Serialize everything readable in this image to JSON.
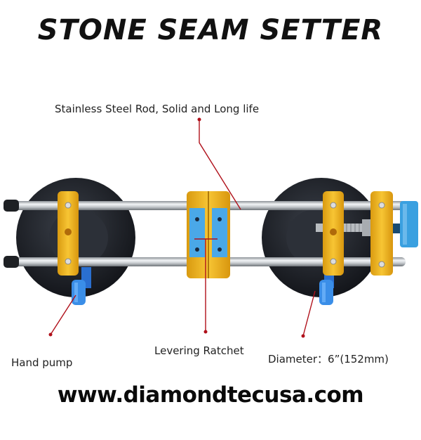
{
  "title": "STONE SEAM SETTER",
  "labels": {
    "rod": "Stainless Steel Rod, Solid and Long life",
    "pump": "Hand pump",
    "ratchet": "Levering Ratchet",
    "diameter": "Diameter：6”(152mm)"
  },
  "website": "www.diamondtecusa.com",
  "colors": {
    "callout": "#b0101a",
    "yellow": "#f2b51a",
    "blue": "#3ea0e0",
    "pad": "#1c1f26",
    "steel": "#c8ccd0"
  }
}
